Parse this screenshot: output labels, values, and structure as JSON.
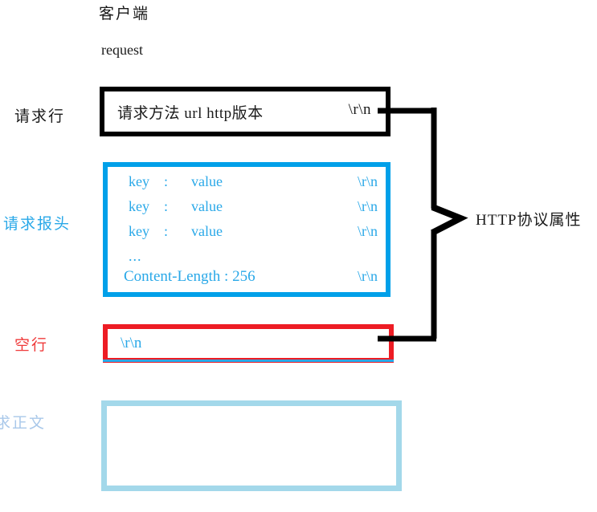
{
  "diagram": {
    "title_client": "客户端",
    "subtitle_request": "request",
    "annotation_right": "HTTP协议属性",
    "colors": {
      "request_line": "#000000",
      "request_headers": "#00a0e9",
      "blank_line": "#ed1c24",
      "request_body": "#a3d8ea",
      "header_text": "#29a8e8",
      "annotation": "#1a1a1a"
    }
  },
  "labels": {
    "request_line": "请求行",
    "request_headers": "请求报头",
    "blank_line": "空行",
    "request_body": "求正文"
  },
  "request_line": {
    "content": "请求方法  url  http版本",
    "crlf": "\\r\\n"
  },
  "request_headers": {
    "rows": [
      {
        "key": "key",
        "sep": ":",
        "value": "value",
        "crlf": "\\r\\n"
      },
      {
        "key": "key",
        "sep": ":",
        "value": "value",
        "crlf": "\\r\\n"
      },
      {
        "key": "key",
        "sep": ":",
        "value": "value",
        "crlf": "\\r\\n"
      }
    ],
    "ellipsis": "...",
    "content_length": {
      "text": "Content-Length : 256",
      "crlf": "\\r\\n"
    }
  },
  "blank_line": {
    "content": "\\r\\n"
  },
  "request_body": {
    "content": ""
  }
}
